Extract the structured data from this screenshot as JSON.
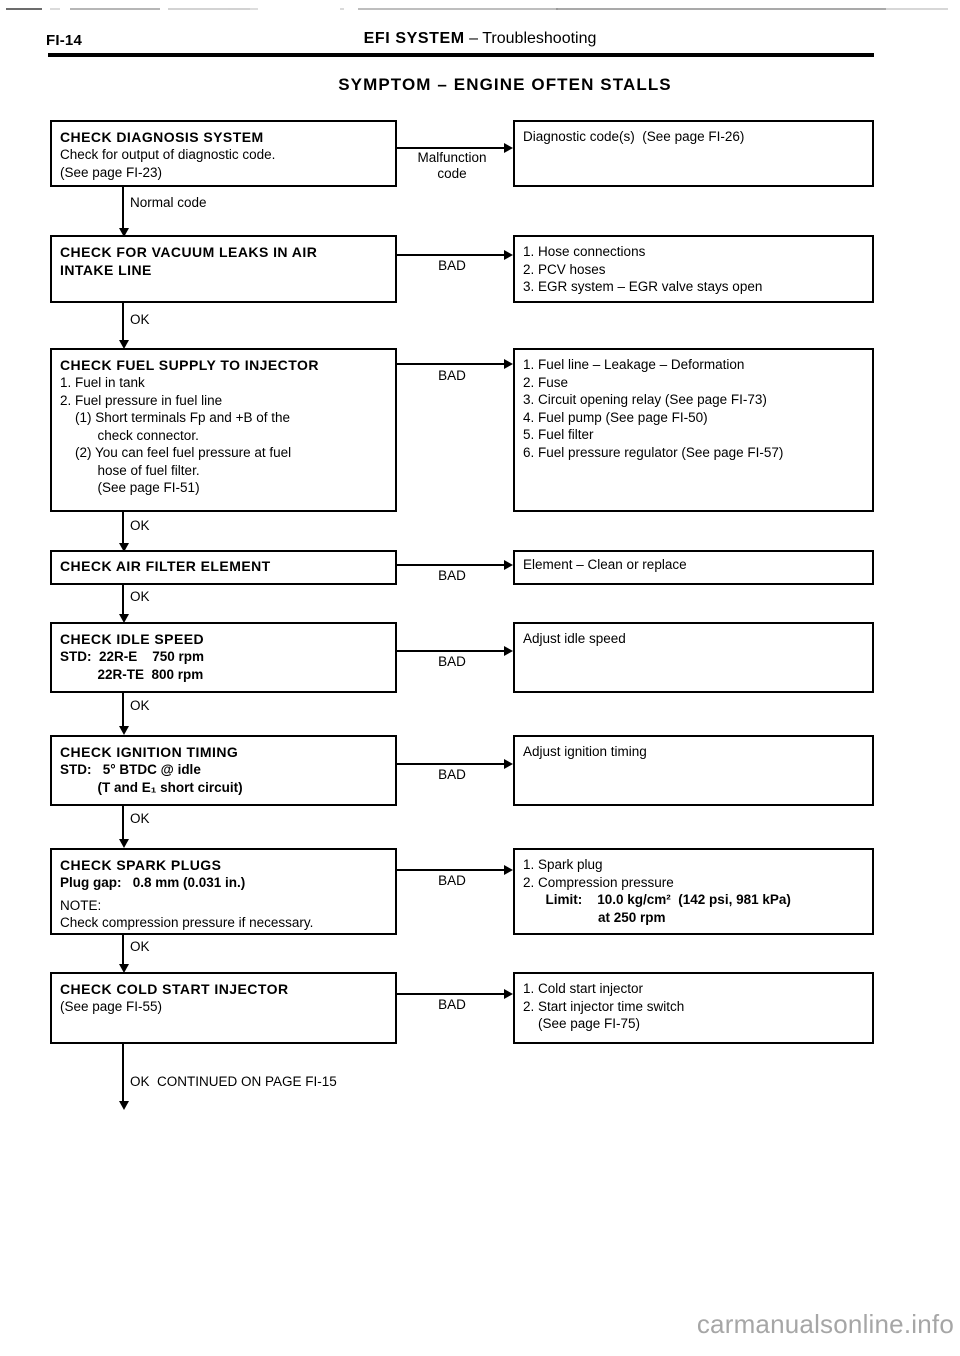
{
  "header": {
    "page_number": "FI-14",
    "title_bold": "EFI  SYSTEM",
    "title_sep": " – ",
    "title_light": "Troubleshooting",
    "symptom_title": "SYMPTOM  –  ENGINE OFTEN STALLS"
  },
  "watermark": "carmanualsonline.info",
  "flow": {
    "steps": [
      {
        "id": "diagnosis-system",
        "title": "CHECK DIAGNOSIS SYSTEM",
        "lines": [
          "Check for output of diagnostic code.",
          "(See page FI-23)"
        ],
        "edge_label": "Malfunction\ncode",
        "out_label": "Normal code",
        "result": {
          "id": "diagnostic-codes",
          "lines": [
            "Diagnostic code(s)  (See page FI-26)"
          ]
        }
      },
      {
        "id": "vacuum-leaks",
        "title": "CHECK FOR VACUUM LEAKS IN AIR\nINTAKE LINE",
        "lines": [],
        "edge_label": "BAD",
        "out_label": "OK",
        "result": {
          "id": "vacuum-leak-causes",
          "lines": [
            "1. Hose connections",
            "2. PCV hoses",
            "3. EGR system – EGR valve stays open"
          ]
        }
      },
      {
        "id": "fuel-supply",
        "title": "CHECK FUEL SUPPLY TO INJECTOR",
        "lines": [
          "1. Fuel in tank",
          "2. Fuel pressure in fuel line",
          "    (1) Short terminals Fp and +B of the",
          "          check connector.",
          "    (2) You can feel fuel pressure at fuel",
          "          hose of fuel filter.",
          "          (See page FI-51)"
        ],
        "edge_label": "BAD",
        "out_label": "OK",
        "result": {
          "id": "fuel-supply-causes",
          "lines": [
            "1. Fuel line – Leakage – Deformation",
            "2. Fuse",
            "3. Circuit opening relay (See page FI-73)",
            "4. Fuel pump (See page FI-50)",
            "5. Fuel filter",
            "6. Fuel pressure regulator (See page FI-57)"
          ]
        }
      },
      {
        "id": "air-filter",
        "title": "CHECK AIR FILTER ELEMENT",
        "lines": [],
        "edge_label": "BAD",
        "out_label": "OK",
        "result": {
          "id": "air-filter-action",
          "lines": [
            "Element – Clean or replace"
          ]
        }
      },
      {
        "id": "idle-speed",
        "title": "CHECK IDLE SPEED",
        "lines": [
          "STD:  22R-E    750 rpm",
          "          22R-TE  800 rpm"
        ],
        "edge_label": "BAD",
        "out_label": "OK",
        "result": {
          "id": "idle-speed-action",
          "lines": [
            "Adjust idle speed"
          ]
        }
      },
      {
        "id": "ignition-timing",
        "title": "CHECK IGNITION TIMING",
        "lines": [
          "STD:   5° BTDC @ idle",
          "          (T and E₁ short circuit)"
        ],
        "edge_label": "BAD",
        "out_label": "OK",
        "result": {
          "id": "ignition-timing-action",
          "lines": [
            "Adjust ignition timing"
          ]
        }
      },
      {
        "id": "spark-plugs",
        "title": "CHECK SPARK PLUGS",
        "lines": [
          "Plug gap:   0.8 mm (0.031 in.)",
          "NOTE:",
          "Check compression pressure if necessary."
        ],
        "edge_label": "BAD",
        "out_label": "OK",
        "result": {
          "id": "spark-plug-causes",
          "lines": [
            "1. Spark plug",
            "2. Compression pressure",
            "      Limit:    10.0 kg/cm²  (142 psi, 981 kPa)",
            "                    at 250 rpm"
          ]
        }
      },
      {
        "id": "cold-start-injector",
        "title": "CHECK COLD START INJECTOR",
        "lines": [
          "(See page FI-55)"
        ],
        "edge_label": "BAD",
        "out_label": "OK  CONTINUED ON PAGE FI-15",
        "result": {
          "id": "cold-start-causes",
          "lines": [
            "1. Cold start injector",
            "2. Start injector time switch",
            "    (See page FI-75)"
          ]
        }
      }
    ]
  }
}
